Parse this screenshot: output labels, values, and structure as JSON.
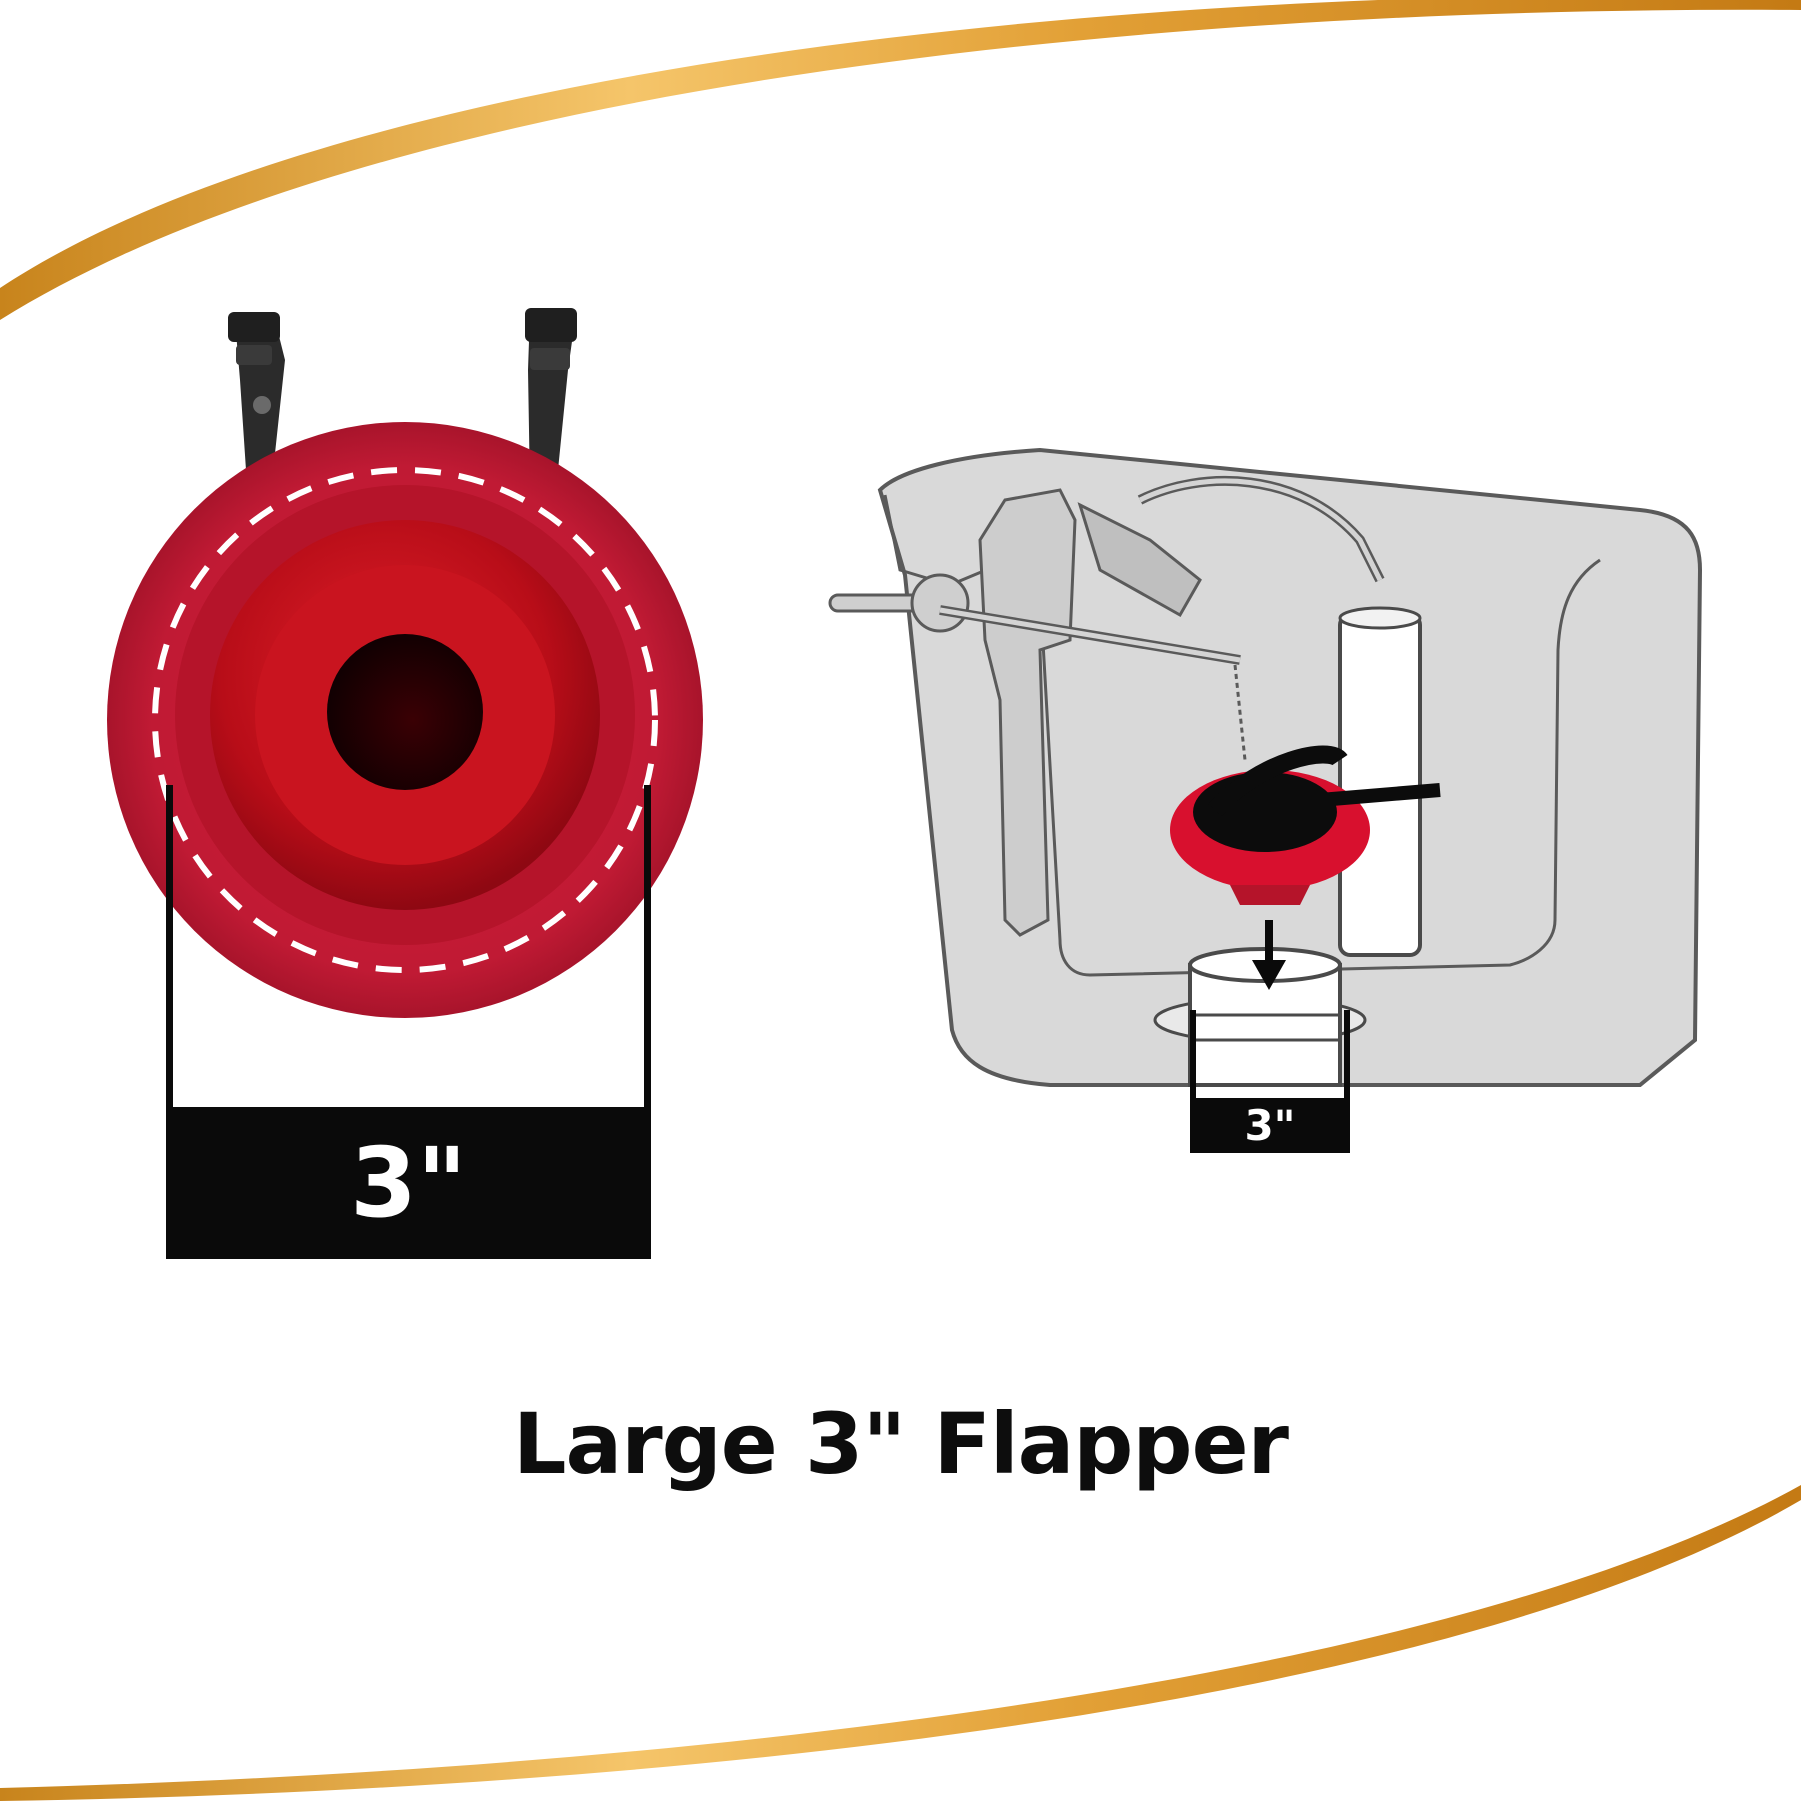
{
  "product": {
    "headline": "Large 3\" Flapper",
    "photo_size_label": "3\"",
    "diagram_size_label": "3\""
  },
  "colors": {
    "gold_swoosh": "#e0a030",
    "flapper_red": "#c8102e",
    "tank_gray": "#d7d7d7",
    "label_black": "#0a0a0a"
  },
  "icons": {
    "flapper_photo": "red-flapper-icon",
    "tank_diagram": "toilet-tank-icon",
    "arrow": "arrow-down-icon"
  }
}
